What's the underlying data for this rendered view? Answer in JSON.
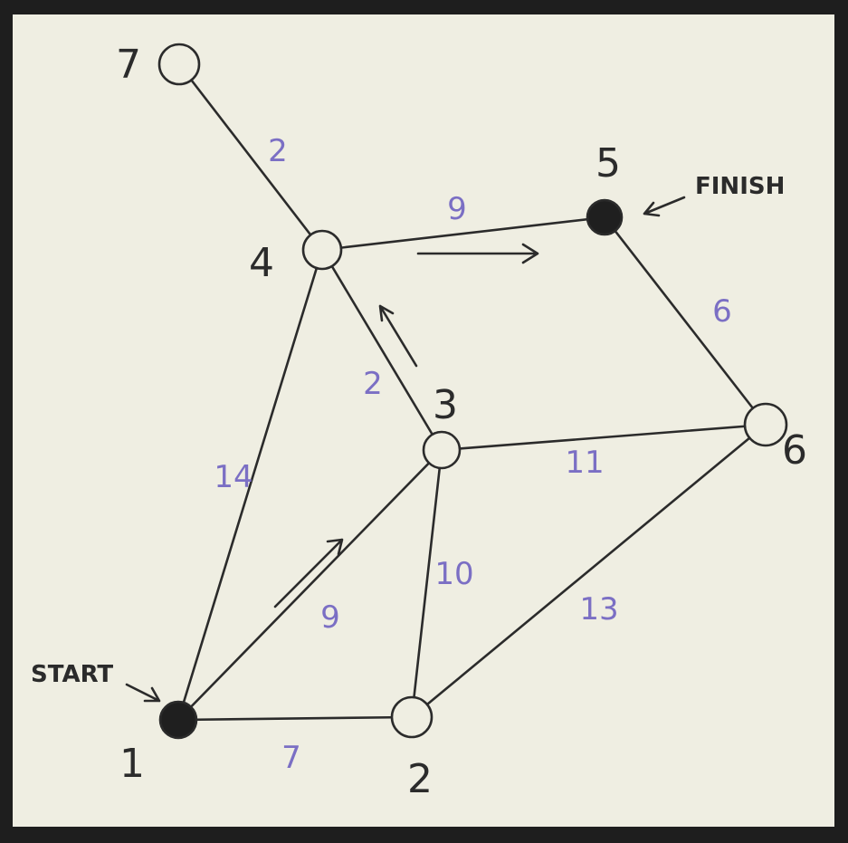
{
  "colors": {
    "paper": "#efeee2",
    "ink": "#2b2b2b",
    "weight_ink": "#7b6fc4",
    "node_empty": "#efeee2",
    "node_filled": "#1f1f1f"
  },
  "nodes": [
    {
      "id": "1",
      "label": "1",
      "filled": true
    },
    {
      "id": "2",
      "label": "2",
      "filled": false
    },
    {
      "id": "3",
      "label": "3",
      "filled": false
    },
    {
      "id": "4",
      "label": "4",
      "filled": false
    },
    {
      "id": "5",
      "label": "5",
      "filled": true
    },
    {
      "id": "6",
      "label": "6",
      "filled": false
    },
    {
      "id": "7",
      "label": "7",
      "filled": false
    }
  ],
  "edges": [
    {
      "from": "7",
      "to": "4",
      "weight": "2"
    },
    {
      "from": "4",
      "to": "5",
      "weight": "9"
    },
    {
      "from": "4",
      "to": "3",
      "weight": "2"
    },
    {
      "from": "4",
      "to": "1",
      "weight": "14"
    },
    {
      "from": "5",
      "to": "6",
      "weight": "6"
    },
    {
      "from": "3",
      "to": "6",
      "weight": "11"
    },
    {
      "from": "3",
      "to": "1",
      "weight": "9"
    },
    {
      "from": "3",
      "to": "2",
      "weight": "10"
    },
    {
      "from": "2",
      "to": "6",
      "weight": "13"
    },
    {
      "from": "1",
      "to": "2",
      "weight": "7"
    }
  ],
  "annotations": {
    "start": "START",
    "finish": "FINISH"
  },
  "path_arrows": [
    {
      "from": "1",
      "to": "3"
    },
    {
      "from": "3",
      "to": "4"
    },
    {
      "from": "4",
      "to": "5"
    }
  ]
}
